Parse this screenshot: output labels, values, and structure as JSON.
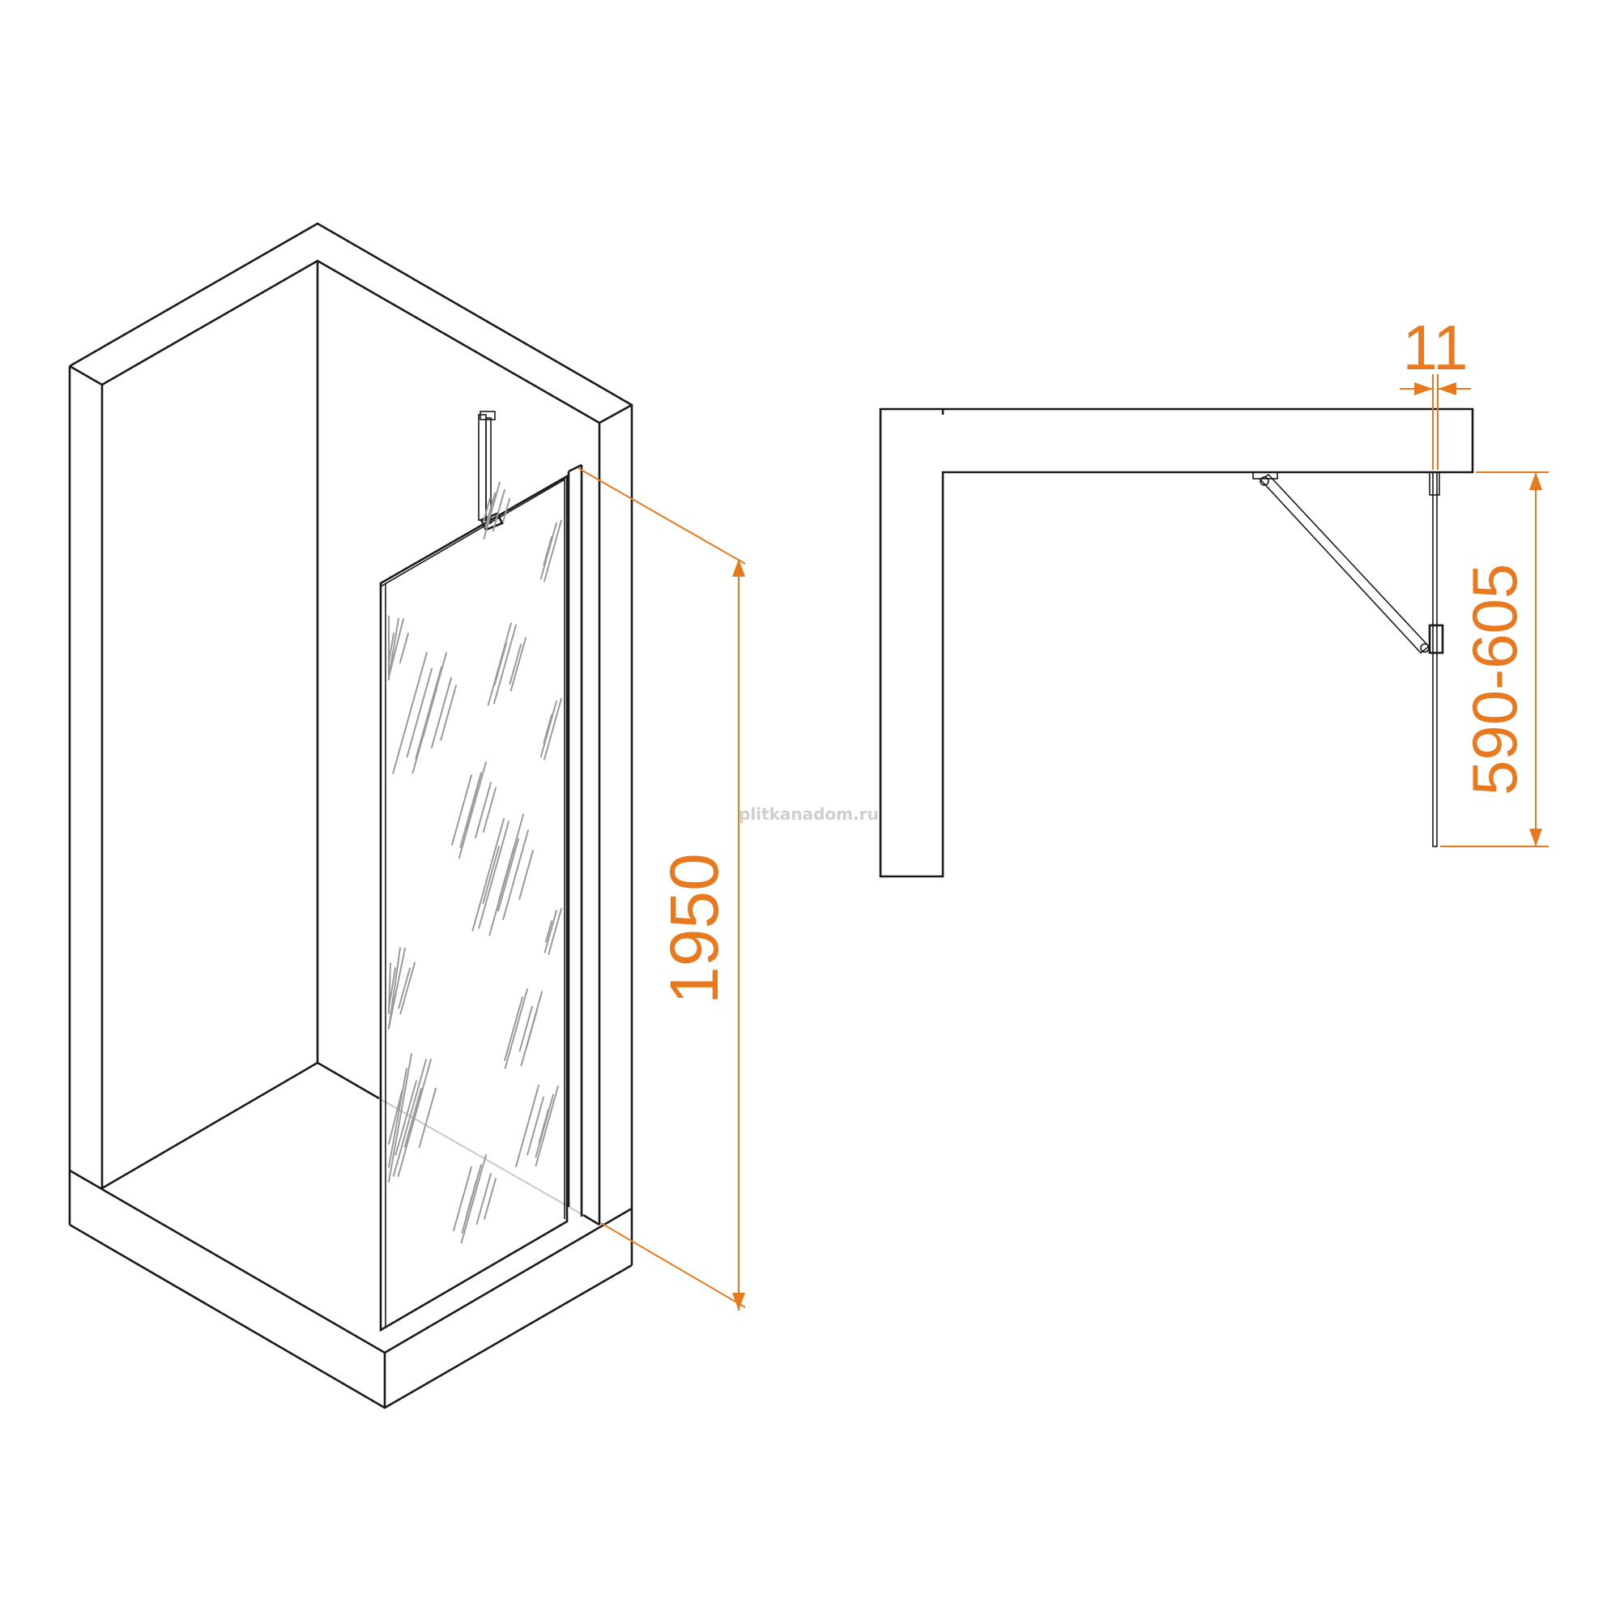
{
  "dimensions": {
    "height_label": "1950",
    "width_range_label": "590-605",
    "thickness_label": "11"
  },
  "watermark": "plitkanadom.ru",
  "colors": {
    "dimension": "#e8791e",
    "outline": "#1a1a1a",
    "glass_pattern": "#9a9a9a"
  }
}
